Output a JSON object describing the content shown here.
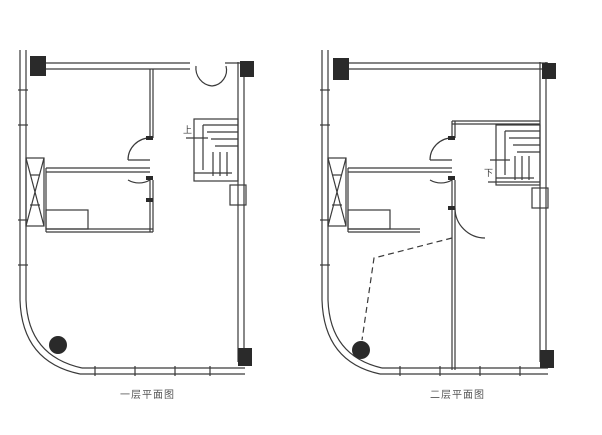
{
  "plans": [
    {
      "caption": "一层平面图",
      "stair_label": "上"
    },
    {
      "caption": "二层平面图",
      "stair_label": "下"
    }
  ],
  "colors": {
    "line": "#3a3a3a",
    "column": "#2a2a2a",
    "paper": "#ffffff"
  }
}
